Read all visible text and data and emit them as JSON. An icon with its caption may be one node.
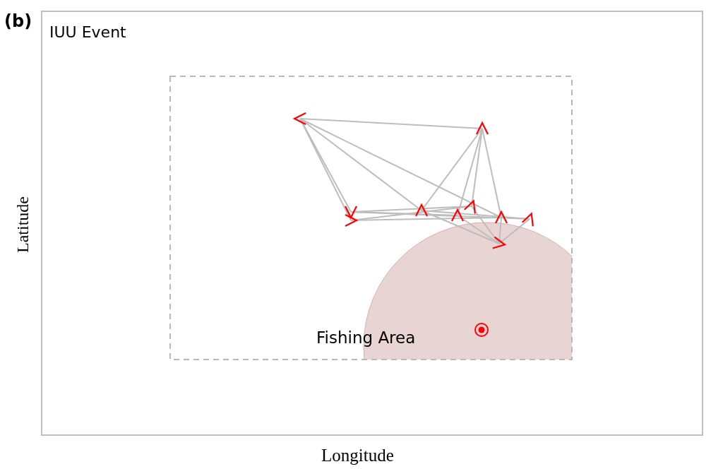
{
  "diagram": {
    "labels": [
      "(b)",
      "IUU Event",
      "Fishing Area",
      "Latitude",
      "Longitude"
    ]
  }
}
